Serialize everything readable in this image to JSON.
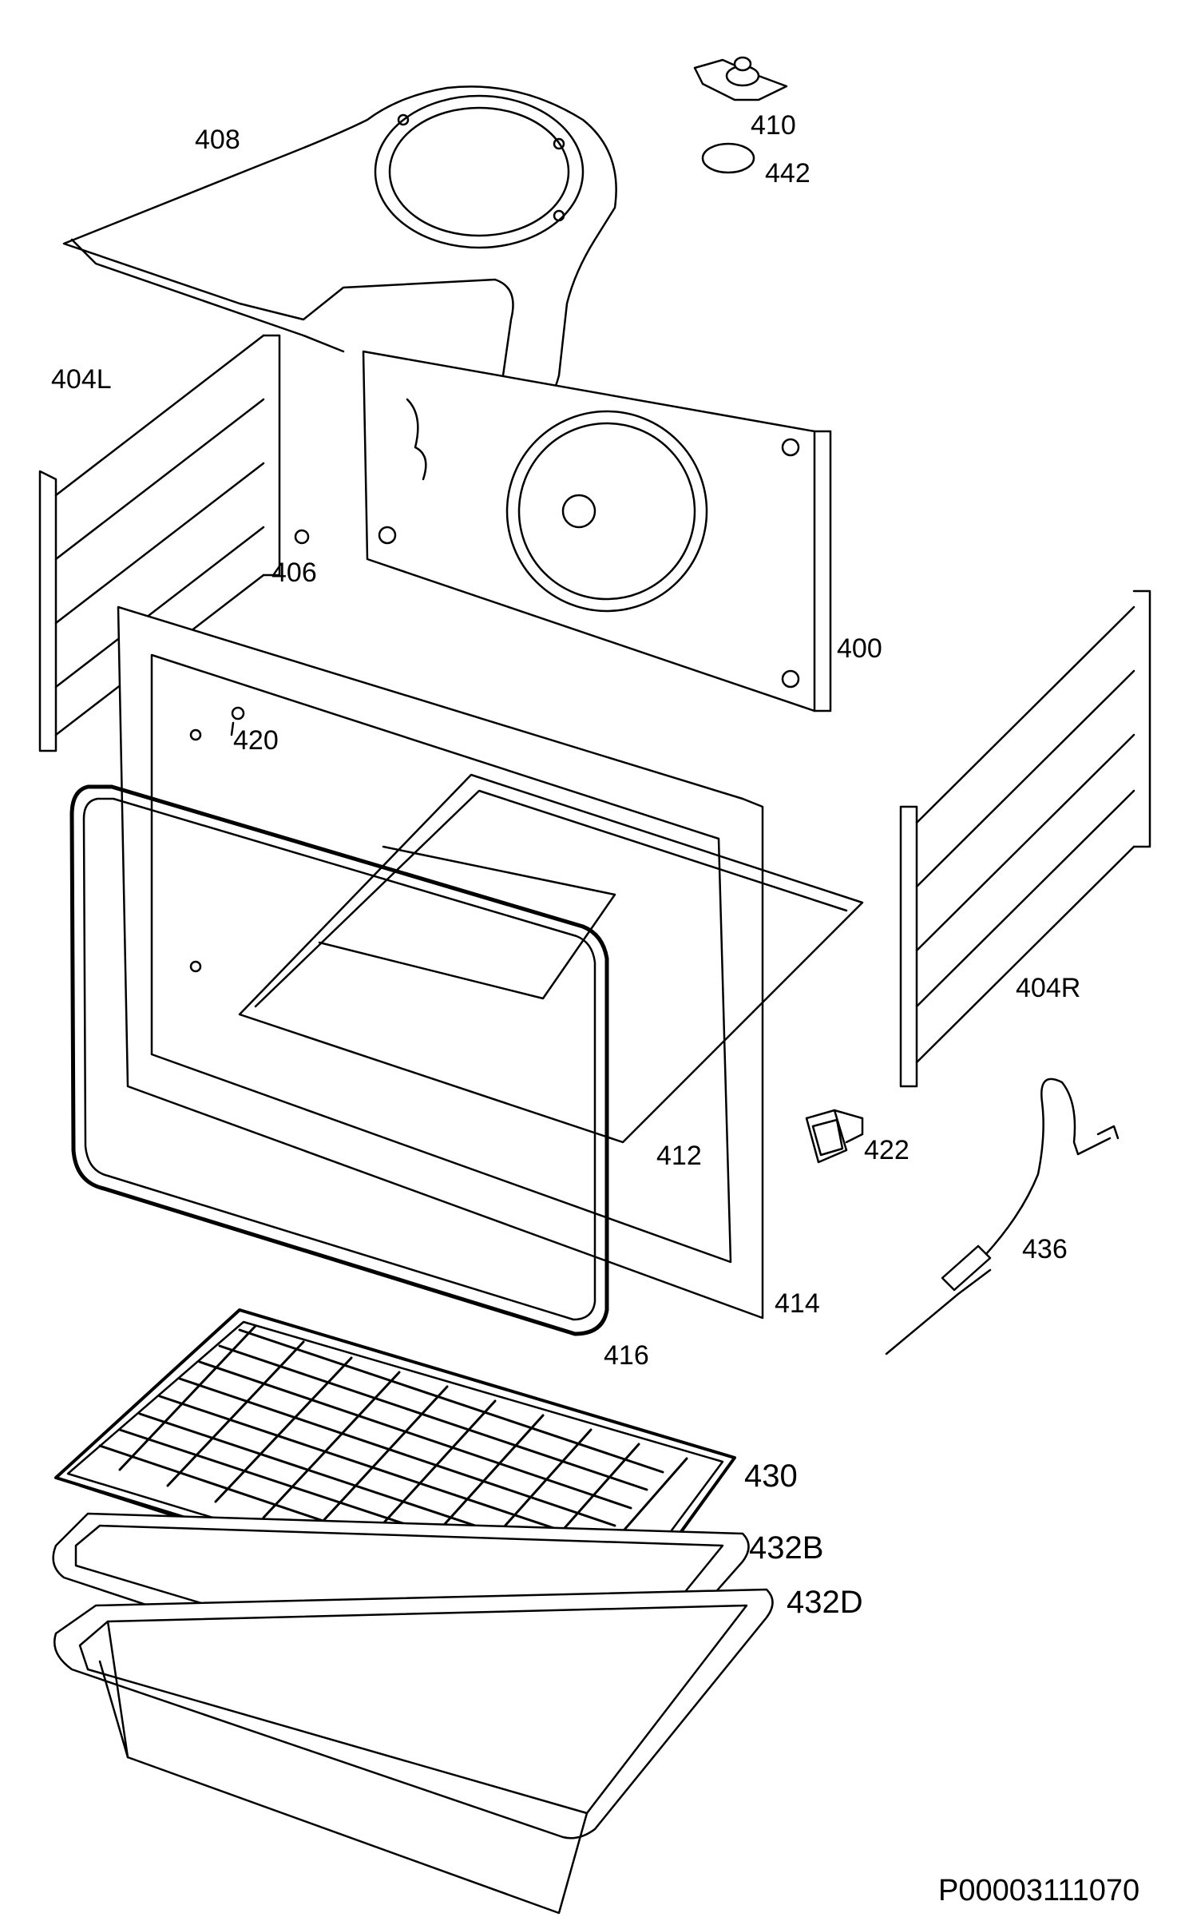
{
  "diagram": {
    "reference_code": "P00003111070",
    "parts": [
      {
        "key": "p408",
        "label": "408",
        "description": "top cover / fan shroud"
      },
      {
        "key": "p410",
        "label": "410",
        "description": "lamp holder"
      },
      {
        "key": "p442",
        "label": "442",
        "description": "lamp lens"
      },
      {
        "key": "p404L",
        "label": "404L",
        "description": "left shelf support"
      },
      {
        "key": "p406",
        "label": "406",
        "description": "clip"
      },
      {
        "key": "p400",
        "label": "400",
        "description": "back panel with fan cover"
      },
      {
        "key": "p420",
        "label": "420",
        "description": "screw"
      },
      {
        "key": "p404R",
        "label": "404R",
        "description": "right shelf support"
      },
      {
        "key": "p412",
        "label": "412",
        "description": "oven cavity frame"
      },
      {
        "key": "p422",
        "label": "422",
        "description": "connector"
      },
      {
        "key": "p436",
        "label": "436",
        "description": "meat probe"
      },
      {
        "key": "p414",
        "label": "414",
        "description": "front frame"
      },
      {
        "key": "p416",
        "label": "416",
        "description": "door seal"
      },
      {
        "key": "p430",
        "label": "430",
        "description": "wire grid"
      },
      {
        "key": "p432B",
        "label": "432B",
        "description": "shallow baking tray"
      },
      {
        "key": "p432D",
        "label": "432D",
        "description": "deep baking tray"
      }
    ],
    "colors": {
      "line": "#000000",
      "background": "#ffffff",
      "fill": "#ffffff"
    }
  }
}
